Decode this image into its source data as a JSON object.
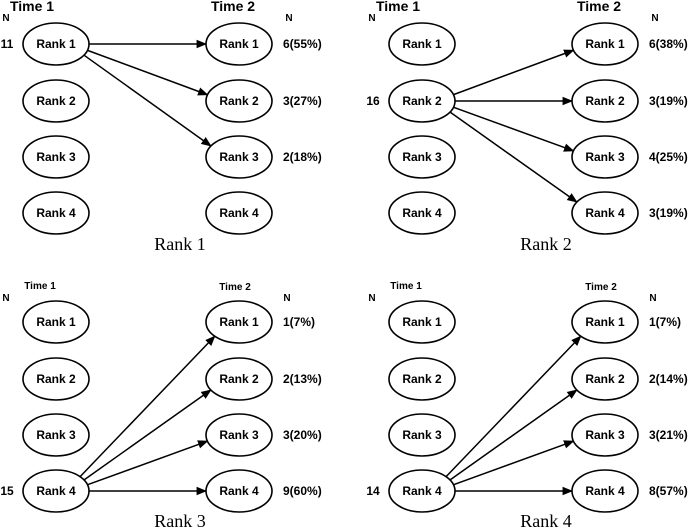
{
  "panels": [
    {
      "caption": "Rank 1",
      "time1_label": "Time 1",
      "time2_label": "Time 2",
      "n_label": "N",
      "nodes": [
        "Rank 1",
        "Rank 2",
        "Rank 3",
        "Rank 4"
      ],
      "source": {
        "rank": "Rank 1",
        "n": "11"
      },
      "targets": [
        {
          "rank": "Rank 1",
          "result": "6(55%)"
        },
        {
          "rank": "Rank 2",
          "result": "3(27%)"
        },
        {
          "rank": "Rank 3",
          "result": "2(18%)"
        }
      ]
    },
    {
      "caption": "Rank 2",
      "time1_label": "Time 1",
      "time2_label": "Time 2",
      "n_label": "N",
      "nodes": [
        "Rank 1",
        "Rank 2",
        "Rank 3",
        "Rank 4"
      ],
      "source": {
        "rank": "Rank 2",
        "n": "16"
      },
      "targets": [
        {
          "rank": "Rank 1",
          "result": "6(38%)"
        },
        {
          "rank": "Rank 2",
          "result": "3(19%)"
        },
        {
          "rank": "Rank 3",
          "result": "4(25%)"
        },
        {
          "rank": "Rank 4",
          "result": "3(19%)"
        }
      ]
    },
    {
      "caption": "Rank 3",
      "time1_label": "Time 1",
      "time2_label": "Time 2",
      "n_label": "N",
      "nodes": [
        "Rank 1",
        "Rank 2",
        "Rank 3",
        "Rank 4"
      ],
      "source": {
        "rank": "Rank 4",
        "n": "15"
      },
      "targets": [
        {
          "rank": "Rank 1",
          "result": "1(7%)"
        },
        {
          "rank": "Rank 2",
          "result": "2(13%)"
        },
        {
          "rank": "Rank 3",
          "result": "3(20%)"
        },
        {
          "rank": "Rank 4",
          "result": "9(60%)"
        }
      ]
    },
    {
      "caption": "Rank 4",
      "time1_label": "Time 1",
      "time2_label": "Time 2",
      "n_label": "N",
      "nodes": [
        "Rank 1",
        "Rank 2",
        "Rank 3",
        "Rank 4"
      ],
      "source": {
        "rank": "Rank 4",
        "n": "14"
      },
      "targets": [
        {
          "rank": "Rank 1",
          "result": "1(7%)"
        },
        {
          "rank": "Rank 2",
          "result": "2(14%)"
        },
        {
          "rank": "Rank 3",
          "result": "3(21%)"
        },
        {
          "rank": "Rank 4",
          "result": "8(57%)"
        }
      ]
    }
  ]
}
